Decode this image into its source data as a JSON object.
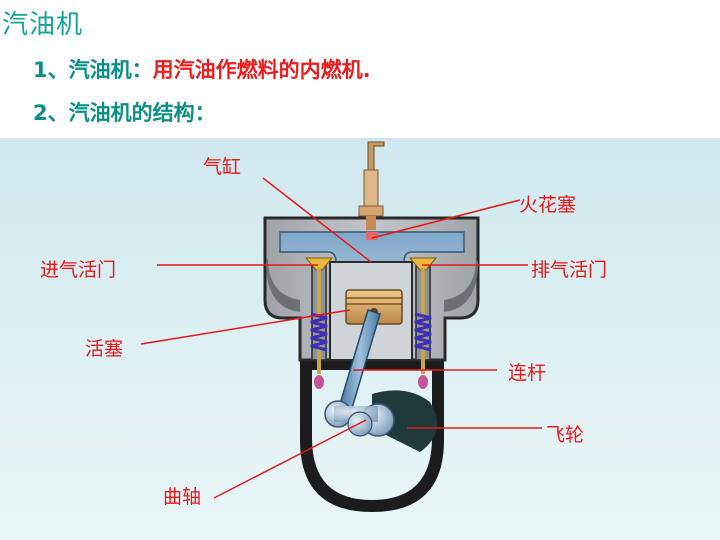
{
  "slide": {
    "title": "汽油机",
    "line1": {
      "number": "1、",
      "term": "汽油机：",
      "definition": "用汽油作燃料的内燃机."
    },
    "line2": {
      "number": "2、",
      "text": "汽油机的结构："
    }
  },
  "diagram": {
    "labels": {
      "cylinder": "气缸",
      "spark_plug": "火花塞",
      "intake_valve": "进气活门",
      "exhaust_valve": "排气活门",
      "piston": "活塞",
      "connecting_rod": "连杆",
      "flywheel": "飞轮",
      "crankshaft": "曲轴"
    }
  },
  "colors": {
    "title": "#16a39a",
    "heading": "#0a8f86",
    "definition": "#ee1c1c",
    "labels": "#e81818",
    "background": "#d8eef2"
  }
}
